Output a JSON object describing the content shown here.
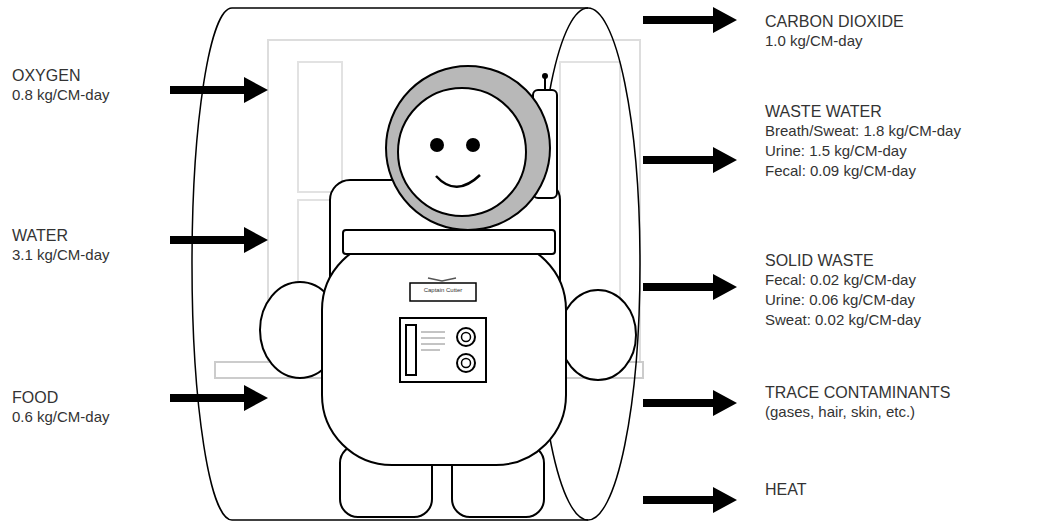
{
  "diagram": {
    "labels": [
      "OXYGEN",
      "0.8 kg/CM-day",
      "WATER",
      "3.1 kg/CM-day",
      "FOOD",
      "0.6 kg/CM-day",
      "CARBON DIOXIDE",
      "1.0 kg/CM-day",
      "WASTE WATER",
      "Breath/Sweat: 1.8 kg/CM-day",
      "Urine: 1.5 kg/CM-day",
      "Fecal: 0.09 kg/CM-day",
      "SOLID WASTE",
      "Fecal: 0.02 kg/CM-day",
      "Urine: 0.06 kg/CM-day",
      "Sweat: 0.02 kg/CM-day",
      "TRACE CONTAMINANTS",
      "(gases, hair, skin, etc.)",
      "HEAT",
      "Captain Cutter"
    ]
  }
}
